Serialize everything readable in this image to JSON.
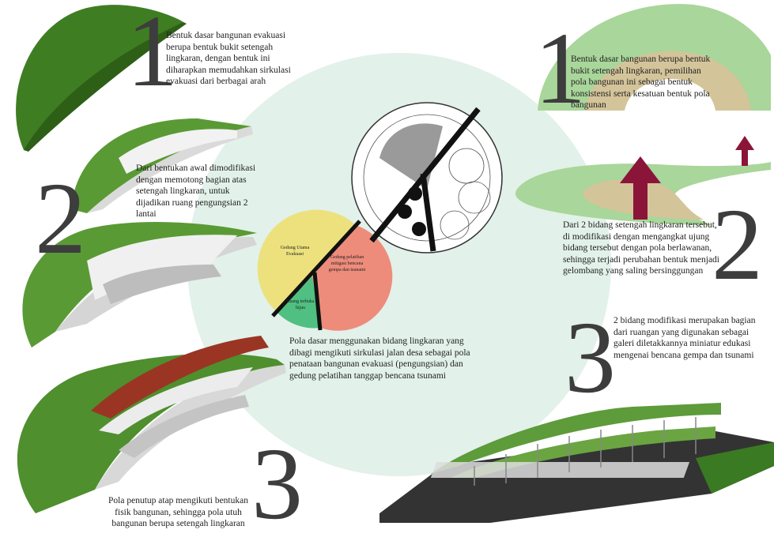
{
  "steps_left": [
    {
      "number": "1",
      "text": "Bentuk dasar bangunan evakuasi berupa bentuk bukit setengah lingkaran, dengan bentuk ini diharapkan memudahkan sirkulasi evakuasi dari berbagai arah"
    },
    {
      "number": "2",
      "text": "Dari bentukan awal dimodifikasi dengan memotong bagian atas setengah lingkaran, untuk dijadikan ruang pengungsian 2 lantai"
    },
    {
      "number": "3",
      "text": "Pola penutup atap mengikuti bentukan fisik bangunan, sehingga pola utuh bangunan berupa setengah lingkaran"
    }
  ],
  "steps_right": [
    {
      "number": "1",
      "text": "Bentuk dasar bangunan berupa bentuk bukit setengah lingkaran, pemilihan pola bangunan ini sebagai bentuk konsistensi serta kesatuan bentuk pola bangunan"
    },
    {
      "number": "2",
      "text": "Dari 2 bidang setengah lingkaran tersebut, di modifikasi dengan mengangkat ujung bidang tersebut dengan pola berlawanan, sehingga terjadi perubahan bentuk menjadi gelombang yang saling bersinggungan"
    },
    {
      "number": "3",
      "text": "2 bidang modifikasi merupakan bagian dari ruangan yang digunakan sebagai galeri diletakkannya miniatur edukasi mengenai bencana gempa dan tsunami"
    }
  ],
  "center": {
    "pie_labels": {
      "yellow": "Gedung Utama Evakuasi",
      "red": "Gedung pelatihan mitigasi bencana gempa dan tsunami",
      "green": "Ruang terbuka hijau"
    },
    "description": "Pola dasar menggunakan bidang lingkaran yang dibagi mengikuti sirkulasi jalan desa sebagai pola penataan bangunan evakuasi (pengungsian) dan gedung pelatihan tanggap bencana tsunami"
  },
  "colors": {
    "leaf_green": "#4a8a2c",
    "pale_green": "#a9d69a",
    "tan": "#d4c49a",
    "maroon": "#8a1538",
    "background_circle": "#e2f1e9",
    "pie_yellow": "#ece17d",
    "pie_red": "#ee8c7c",
    "pie_green": "#4fc081"
  }
}
